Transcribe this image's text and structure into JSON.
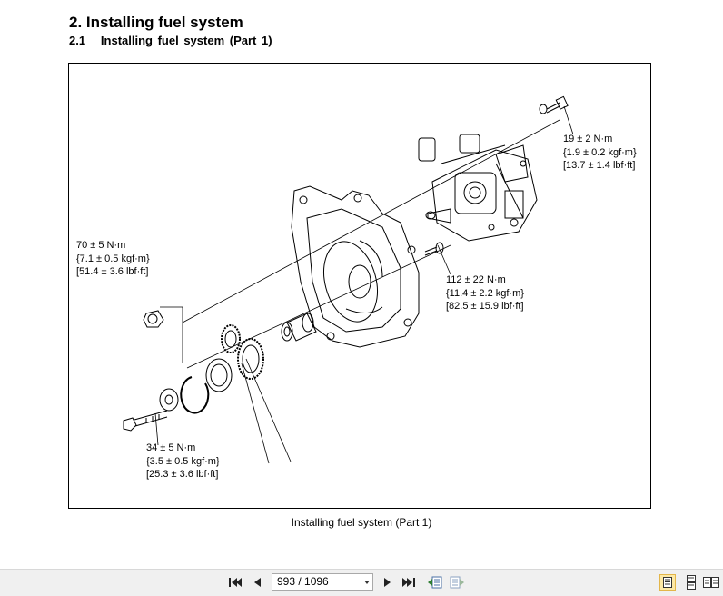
{
  "heading": {
    "section": "2. Installing fuel system",
    "subsection_number": "2.1",
    "subsection_title": "Installing fuel system (Part 1)"
  },
  "figure": {
    "caption": "Installing fuel system (Part 1)",
    "torques": [
      {
        "nm": "19 ± 2 N·m",
        "kgf": "{1.9 ± 0.2 kgf·m}",
        "lbf": "[13.7 ± 1.4 lbf·ft]"
      },
      {
        "nm": "70 ± 5 N·m",
        "kgf": "{7.1 ± 0.5 kgf·m}",
        "lbf": "[51.4 ± 3.6 lbf·ft]"
      },
      {
        "nm": "112 ± 22 N·m",
        "kgf": "{11.4 ± 2.2 kgf·m}",
        "lbf": "[82.5 ± 15.9 lbf·ft]"
      },
      {
        "nm": "34 ± 5 N·m",
        "kgf": "{3.5 ± 0.5 kgf·m}",
        "lbf": "[25.3 ± 3.6 lbf·ft]"
      }
    ]
  },
  "toolbar": {
    "page_indicator": "993 / 1096",
    "icons": [
      "first-page-icon",
      "previous-page-icon",
      "next-page-icon",
      "last-page-icon",
      "back-view-icon",
      "forward-view-icon",
      "single-page-view-icon",
      "continuous-view-icon",
      "facing-view-icon"
    ]
  }
}
